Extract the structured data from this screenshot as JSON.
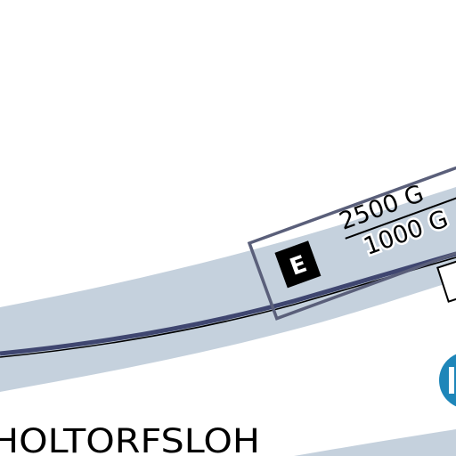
{
  "map": {
    "colors": {
      "background": "#ffffff",
      "airspace_band": "#c5d1dd",
      "box_border": "#5a5f7a",
      "route_line": "#000000",
      "route_line_dark": "#3f4670",
      "circle_fill": "#1e86b9"
    },
    "airspace": {
      "class_label": "E",
      "upper_limit": "2500 G",
      "lower_limit": "1000 G"
    },
    "place_label": "HOLTORFSLOH",
    "icons": [
      "airspace-class-badge",
      "partial-map-symbol-circle",
      "partial-map-symbol-box"
    ]
  }
}
